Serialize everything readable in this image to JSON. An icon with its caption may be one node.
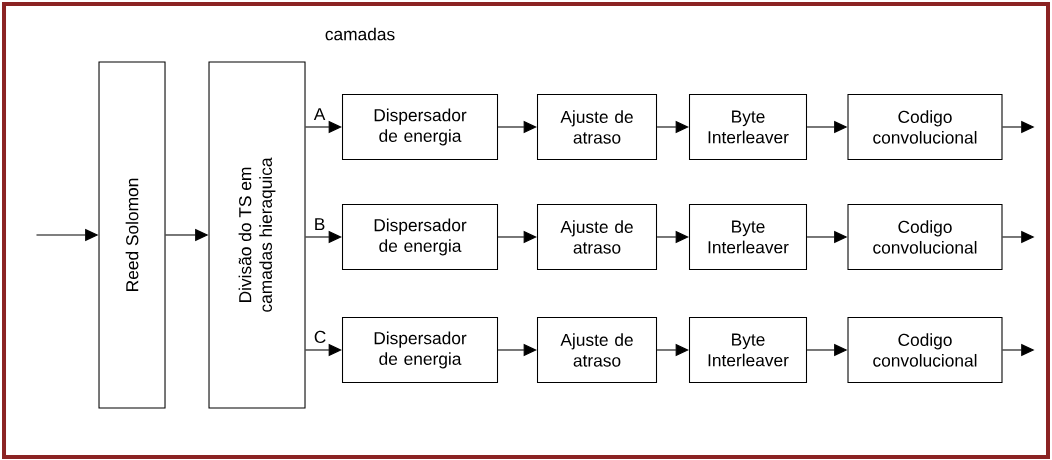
{
  "diagram": {
    "nodes": [
      {
        "text": [
          "Reed Solomon"
        ]
      },
      {
        "text": [
          "Divisão do TS em camadas hieraquica"
        ]
      },
      {
        "text": [
          "Dispersador de energia"
        ]
      },
      {
        "text": [
          "Ajuste de atraso"
        ]
      },
      {
        "text": [
          "Byte Interleaver"
        ]
      },
      {
        "text": [
          "Codigo convolucional"
        ]
      },
      {
        "text": [
          "Dispersador de energia"
        ]
      },
      {
        "text": [
          "Ajuste de atraso"
        ]
      },
      {
        "text": [
          "Byte Interleaver"
        ]
      },
      {
        "text": [
          "Codigo convolucional"
        ]
      },
      {
        "text": [
          "Dispersador de energia"
        ]
      },
      {
        "text": [
          "Ajuste de atraso"
        ]
      },
      {
        "text": [
          "Byte Interleaver"
        ]
      },
      {
        "text": [
          "Codigo convolucional"
        ]
      }
    ],
    "edges": [
      {
        "from": null,
        "to": 0,
        "arrow": "to"
      },
      {
        "from": 0,
        "to": 1,
        "arrow": "to"
      },
      {
        "from": 1,
        "to": 2,
        "arrow": "to",
        "label": "A"
      },
      {
        "from": 2,
        "to": 3,
        "arrow": "to"
      },
      {
        "from": 3,
        "to": 4,
        "arrow": "to"
      },
      {
        "from": 4,
        "to": 5,
        "arrow": "to"
      },
      {
        "from": 5,
        "to": null,
        "arrow": "to"
      },
      {
        "from": 1,
        "to": 6,
        "arrow": "to",
        "label": "B"
      },
      {
        "from": 6,
        "to": 7,
        "arrow": "to"
      },
      {
        "from": 7,
        "to": 8,
        "arrow": "to"
      },
      {
        "from": 8,
        "to": 9,
        "arrow": "to"
      },
      {
        "from": 9,
        "to": null,
        "arrow": "to"
      },
      {
        "from": 1,
        "to": 10,
        "arrow": "to",
        "label": "C"
      },
      {
        "from": 10,
        "to": 11,
        "arrow": "to"
      },
      {
        "from": 11,
        "to": 12,
        "arrow": "to"
      },
      {
        "from": 12,
        "to": 13,
        "arrow": "to"
      },
      {
        "from": 13,
        "to": null,
        "arrow": "to"
      }
    ],
    "labels": [
      "camadas"
    ]
  }
}
